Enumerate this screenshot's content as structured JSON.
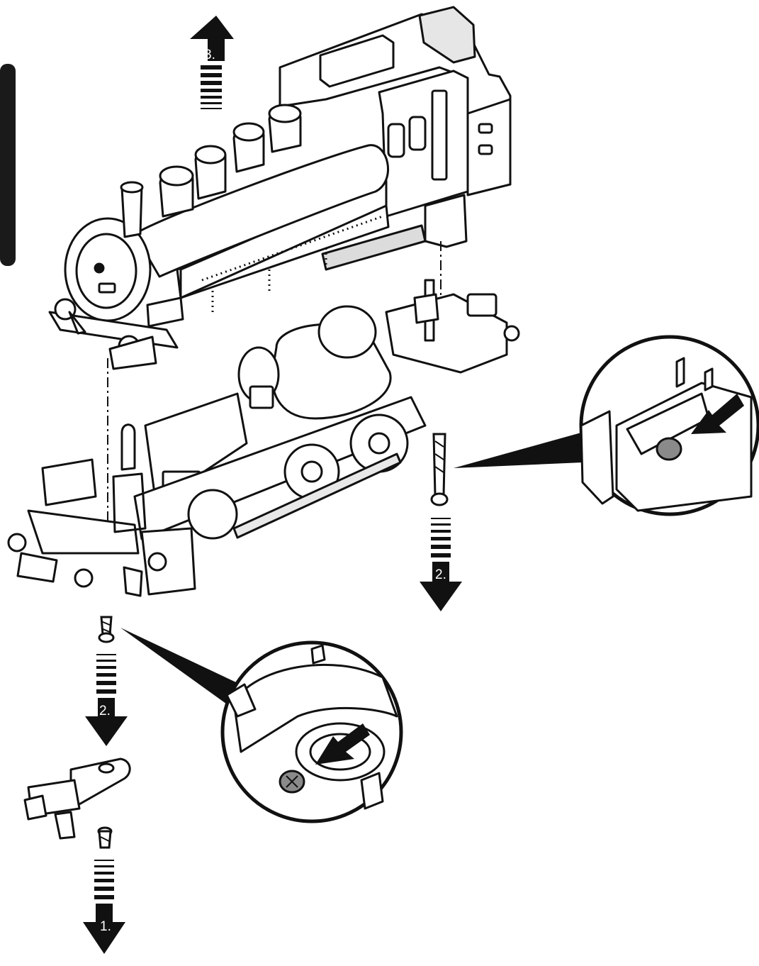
{
  "diagram": {
    "step_labels": {
      "step_3": "3.",
      "step_2_right": "2.",
      "step_2_left": "2.",
      "step_1": "1."
    },
    "colors": {
      "ink": "#111111",
      "paper": "#ffffff",
      "screw_head": "#8a8a8a",
      "tab": "#1a1a1a",
      "light_fill": "#f2f2f2"
    },
    "icons": {
      "up_arrow": "arrow-up-icon",
      "down_arrow": "arrow-down-icon",
      "magnifier": "detail-zoom-icon",
      "screw": "screw-icon"
    }
  }
}
